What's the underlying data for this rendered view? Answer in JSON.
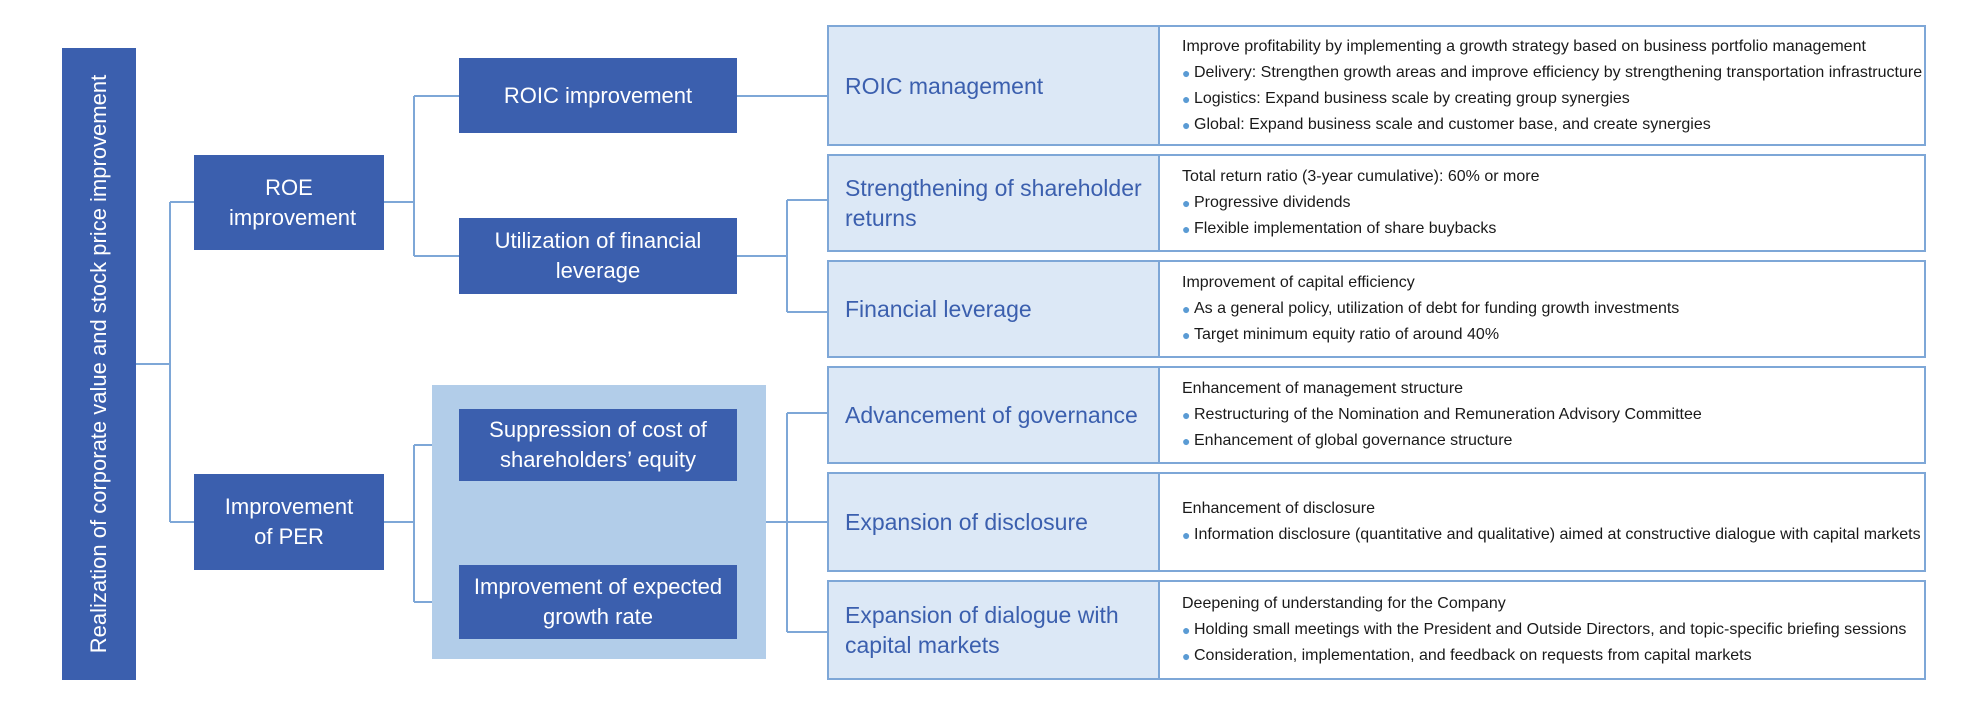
{
  "root_label": "Realization of corporate value and stock price improvement",
  "level1": {
    "roe": "ROE improvement",
    "per": "Improvement of PER"
  },
  "level2": {
    "roic": "ROIC improvement",
    "leverage": "Utilization of financial leverage",
    "cost_equity": "Suppression of cost of shareholders’ equity",
    "growth": "Improvement of expected growth rate"
  },
  "rows": [
    {
      "title": "ROIC management",
      "heading": "Improve profitability by implementing a growth strategy based on business portfolio management",
      "bullets": [
        "Delivery: Strengthen growth areas and improve efficiency by strengthening transportation infrastructure",
        "Logistics: Expand business scale by creating group synergies",
        "Global: Expand business scale and customer base, and create synergies"
      ]
    },
    {
      "title": "Strengthening of shareholder returns",
      "heading": "Total return ratio (3-year cumulative): 60% or more",
      "bullets": [
        "Progressive dividends",
        "Flexible implementation of share buybacks"
      ]
    },
    {
      "title": "Financial leverage",
      "heading": "Improvement of capital efficiency",
      "bullets": [
        "As a general policy, utilization of debt for funding growth investments",
        "Target minimum equity ratio of around 40%"
      ]
    },
    {
      "title": "Advancement of governance",
      "heading": "Enhancement of management structure",
      "bullets": [
        "Restructuring of the Nomination and Remuneration Advisory Committee",
        "Enhancement of global governance structure"
      ]
    },
    {
      "title": "Expansion of disclosure",
      "heading": "Enhancement of disclosure",
      "bullets": [
        "Information disclosure (quantitative and qualitative) aimed at constructive dialogue with capital markets"
      ]
    },
    {
      "title": "Expansion of dialogue with capital markets",
      "heading": "Deepening of understanding for the Company",
      "bullets": [
        "Holding small meetings with the President and Outside Directors, and topic-specific briefing sessions",
        "Consideration, implementation, and feedback on requests from capital markets"
      ]
    }
  ],
  "colors": {
    "box": "#3b5fae",
    "line": "#7ea7d7",
    "band": "#b2cde9",
    "cell": "#dce8f6",
    "bullet": "#5a9bd4"
  }
}
